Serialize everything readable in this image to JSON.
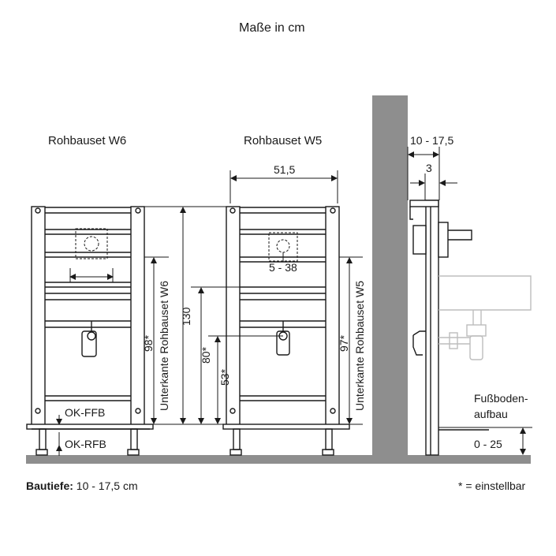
{
  "title": "Maße in cm",
  "sets": {
    "w6": {
      "name": "Rohbauset W6",
      "vertical_label": "Unterkante Rohbauset W6",
      "height_98": "98*"
    },
    "w5": {
      "name": "Rohbauset W5",
      "vertical_label": "Unterkante Rohbauset W5",
      "height_97": "97*"
    }
  },
  "dimensions": {
    "width": "51,5",
    "valve_range": "5 - 38",
    "h130": "130",
    "h80": "80*",
    "h53": "53*",
    "depth_range": "10 - 17,5",
    "depth_3": "3",
    "floor_range": "0 - 25"
  },
  "levels": {
    "ok_ffb": "OK-FFB",
    "ok_rfb": "OK-RFB"
  },
  "floor_build": {
    "line1": "Fußboden-",
    "line2": "aufbau"
  },
  "footer": {
    "bautiefe_label": "Bautiefe:",
    "bautiefe_value": " 10 - 17,5 cm",
    "legend": "* = einstellbar"
  },
  "colors": {
    "wall": "#8e8e8e",
    "floor": "#8e8e8e",
    "line": "#1a1a1a",
    "sink": "#cfcfcf"
  }
}
